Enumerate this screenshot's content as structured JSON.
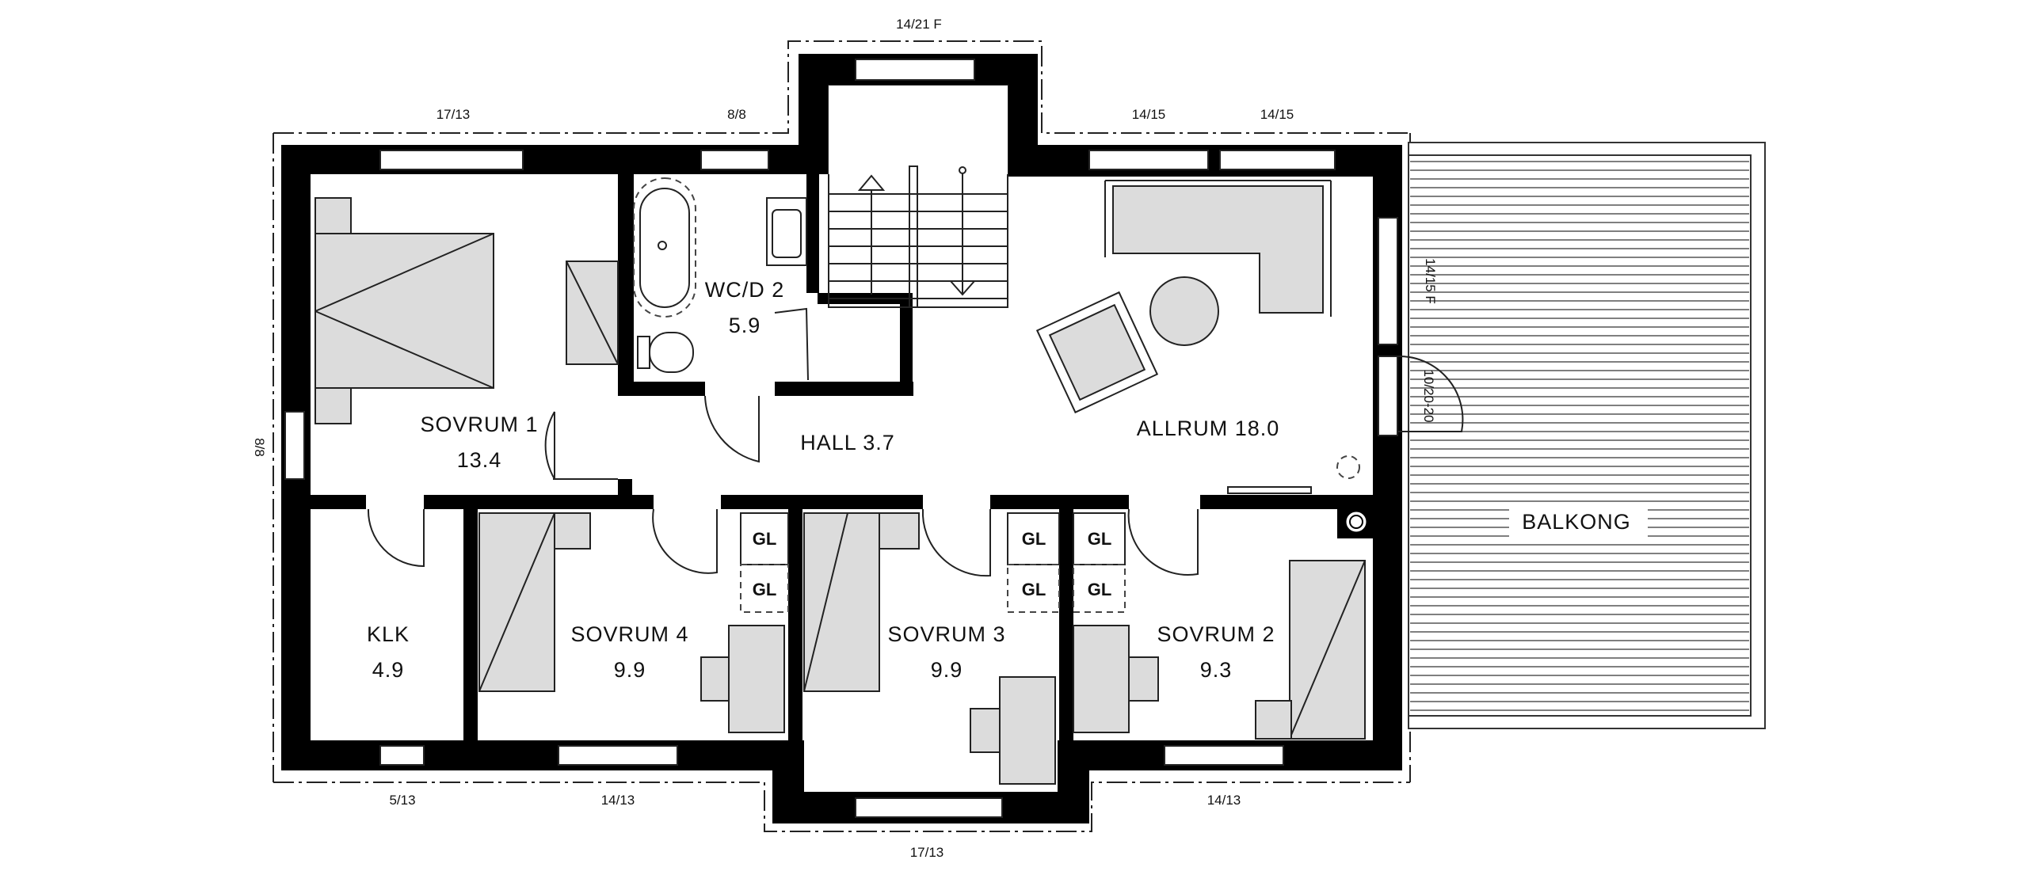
{
  "rooms": {
    "sovrum1_name": "SOVRUM 1",
    "sovrum1_area": "13.4",
    "wcd2_name": "WC/D 2",
    "wcd2_area": "5.9",
    "hall_label": "HALL 3.7",
    "allrum_label": "ALLRUM 18.0",
    "klk_name": "KLK",
    "klk_area": "4.9",
    "sovrum4_name": "SOVRUM 4",
    "sovrum4_area": "9.9",
    "sovrum3_name": "SOVRUM 3",
    "sovrum3_area": "9.9",
    "sovrum2_name": "SOVRUM 2",
    "sovrum2_area": "9.3",
    "balkong": "BALKONG"
  },
  "closets": {
    "gl": "GL"
  },
  "windows": {
    "top_stair": "14/21 F",
    "top_left": "17/13",
    "top_wc": "8/8",
    "top_allrum_1": "14/15",
    "top_allrum_2": "14/15",
    "right_window": "14/15 F",
    "right_door": "10/20-20",
    "left_side": "8/8",
    "bottom_klk": "5/13",
    "bottom_sovrum4": "14/13",
    "bottom_sovrum3": "17/13",
    "bottom_sovrum2": "14/13"
  }
}
